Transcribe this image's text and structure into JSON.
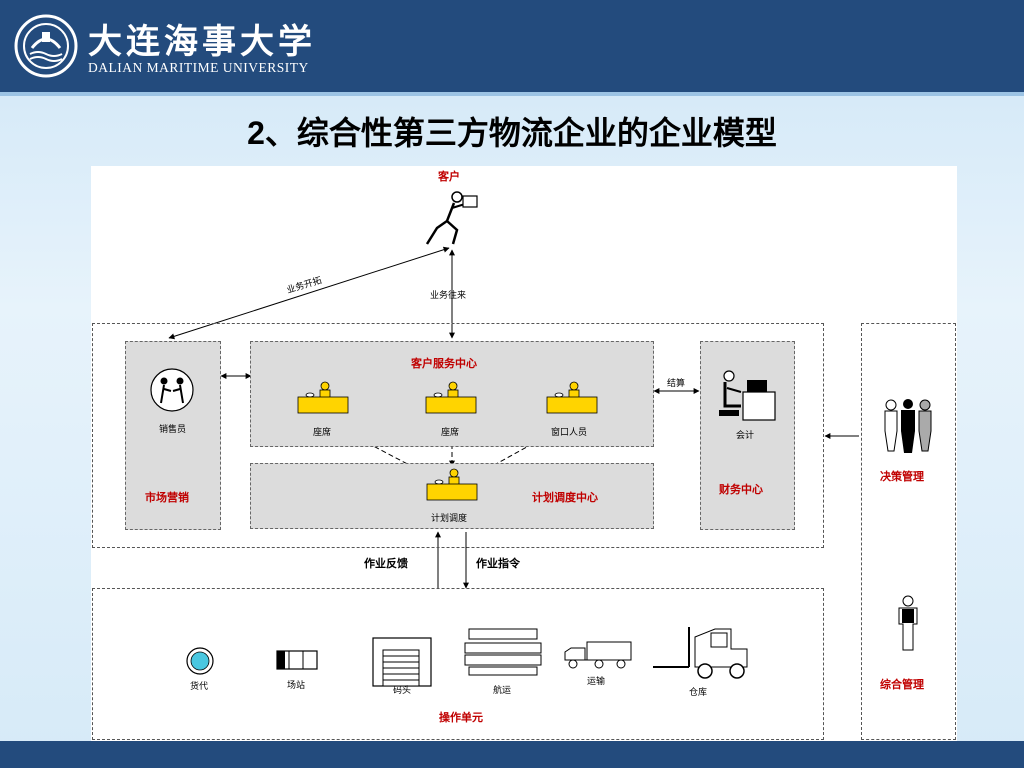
{
  "header": {
    "university_cn": "大连海事大学",
    "university_en": "DALIAN MARITIME UNIVERSITY"
  },
  "slide": {
    "title": "2、综合性第三方物流企业的企业模型"
  },
  "diagram": {
    "customer": "客户",
    "business_dev": "业务开拓",
    "business_contact": "业务往来",
    "settlement": "结算",
    "feedback": "作业反馈",
    "instruction": "作业指令",
    "sales_person": "销售员",
    "marketing": "市场营销",
    "cs_center": "客户服务中心",
    "seat1": "座席",
    "seat2": "座席",
    "window_staff": "窗口人员",
    "planning_center": "计划调度中心",
    "dispatcher": "计划调度",
    "accountant": "会计",
    "finance_center": "财务中心",
    "decision_mgmt": "决策管理",
    "general_mgmt": "综合管理",
    "freight_forwarding": "货代",
    "yard": "场站",
    "terminal": "码头",
    "shipping": "航运",
    "transport": "运输",
    "warehouse": "仓库",
    "operations_unit": "操作单元"
  },
  "colors": {
    "header_bg": "#234b7d",
    "accent_red": "#c00000",
    "desk_yellow": "#ffd400"
  }
}
